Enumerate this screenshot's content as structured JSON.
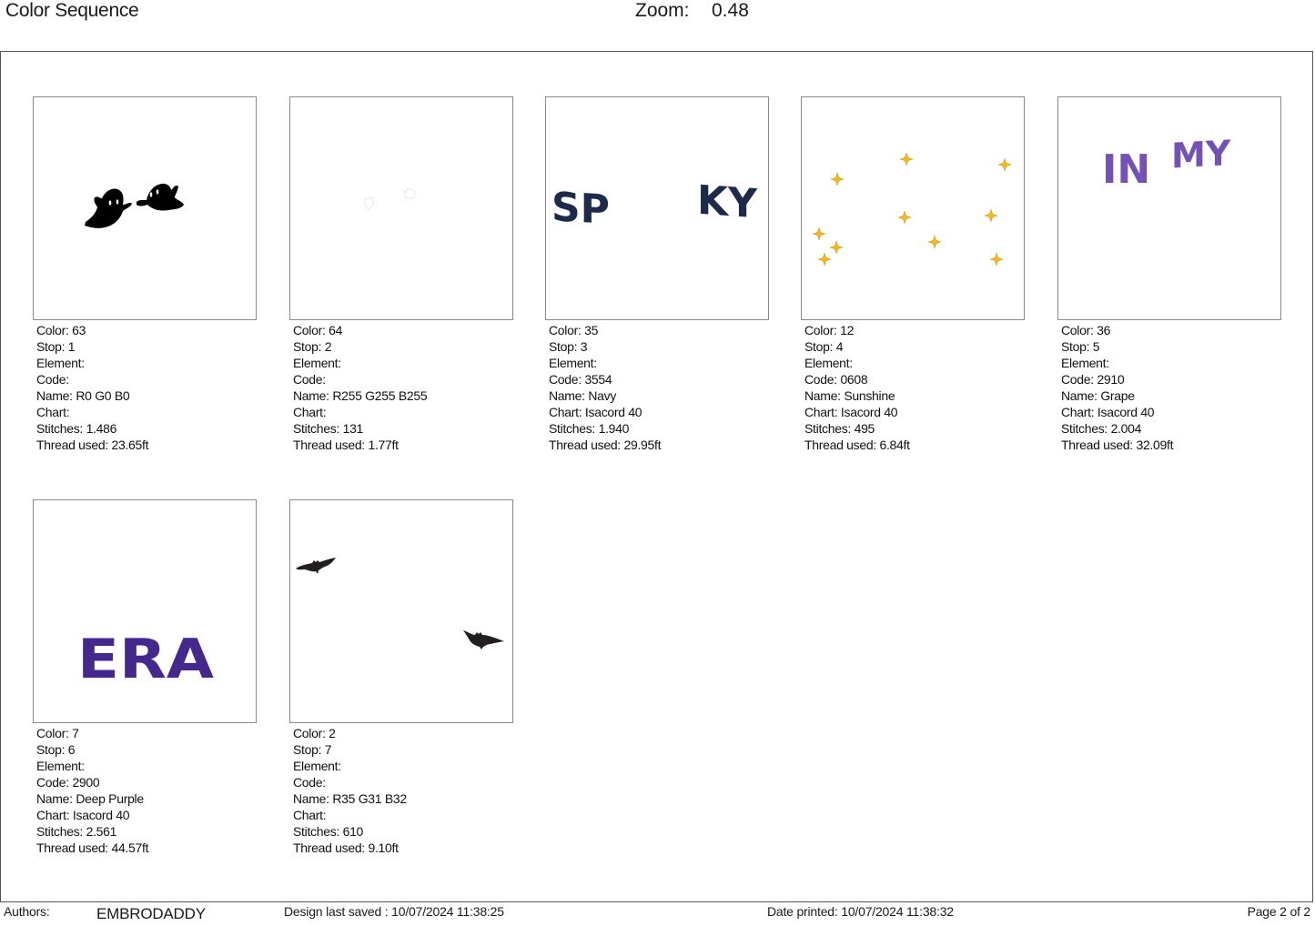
{
  "header": {
    "title": "Color Sequence",
    "zoom_label": "Zoom:",
    "zoom_value": "0.48"
  },
  "colors": [
    {
      "color": "Color: 63",
      "stop": "Stop: 1",
      "element": "Element:",
      "code": "Code:",
      "name": "Name: R0 G0 B0",
      "chart": "Chart:",
      "stitches": "Stitches: 1.486",
      "thread": "Thread used: 23.65ft",
      "preview": "two-ghosts",
      "hex": "#000000"
    },
    {
      "color": "Color: 64",
      "stop": "Stop: 2",
      "element": "Element:",
      "code": "Code:",
      "name": "Name: R255 G255 B255",
      "chart": "Chart:",
      "stitches": "Stitches: 131",
      "thread": "Thread used: 1.77ft",
      "preview": "ghost-eyes",
      "hex": "#ffffff"
    },
    {
      "color": "Color: 35",
      "stop": "Stop: 3",
      "element": "Element:",
      "code": "Code: 3554",
      "name": "Name: Navy",
      "chart": "Chart: Isacord 40",
      "stitches": "Stitches: 1.940",
      "thread": "Thread used: 29.95ft",
      "preview": "text-SP-KY",
      "hex": "#1e2a4a",
      "preview_text": [
        "SP",
        "KY"
      ]
    },
    {
      "color": "Color: 12",
      "stop": "Stop: 4",
      "element": "Element:",
      "code": "Code: 0608",
      "name": "Name: Sunshine",
      "chart": "Chart: Isacord 40",
      "stitches": "Stitches: 495",
      "thread": "Thread used: 6.84ft",
      "preview": "sparkle-stars",
      "hex": "#f5b817"
    },
    {
      "color": "Color: 36",
      "stop": "Stop: 5",
      "element": "Element:",
      "code": "Code: 2910",
      "name": "Name: Grape",
      "chart": "Chart: Isacord 40",
      "stitches": "Stitches: 2.004",
      "thread": "Thread used: 32.09ft",
      "preview": "text-IN-MY",
      "hex": "#7252b8",
      "preview_text": [
        "IN",
        "MY"
      ]
    },
    {
      "color": "Color: 7",
      "stop": "Stop: 6",
      "element": "Element:",
      "code": "Code: 2900",
      "name": "Name: Deep Purple",
      "chart": "Chart: Isacord 40",
      "stitches": "Stitches: 2.561",
      "thread": "Thread used: 44.57ft",
      "preview": "text-ERA",
      "hex": "#44288e",
      "preview_text": [
        "ERA"
      ]
    },
    {
      "color": "Color: 2",
      "stop": "Stop: 7",
      "element": "Element:",
      "code": "Code:",
      "name": "Name: R35 G31 B32",
      "chart": "Chart:",
      "stitches": "Stitches: 610",
      "thread": "Thread used: 9.10ft",
      "preview": "two-bats",
      "hex": "#231f20"
    }
  ],
  "footer": {
    "authors_label": "Authors:",
    "authors_value": "EMBRODADDY",
    "design_saved": "Design last saved : 10/07/2024 11:38:25",
    "date_printed": "Date printed: 10/07/2024 11:38:32",
    "page": "Page 2 of 2"
  }
}
